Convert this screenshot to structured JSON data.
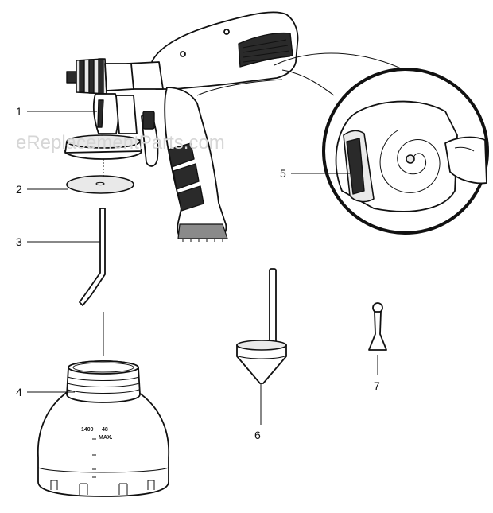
{
  "watermark": "eReplacementParts.com",
  "callouts": [
    {
      "number": "1"
    },
    {
      "number": "2"
    },
    {
      "number": "3"
    },
    {
      "number": "4"
    },
    {
      "number": "5"
    },
    {
      "number": "6"
    },
    {
      "number": "7"
    }
  ],
  "container_marks": {
    "max_label": "MAX.",
    "top_left": "1400",
    "top_right": "48"
  }
}
